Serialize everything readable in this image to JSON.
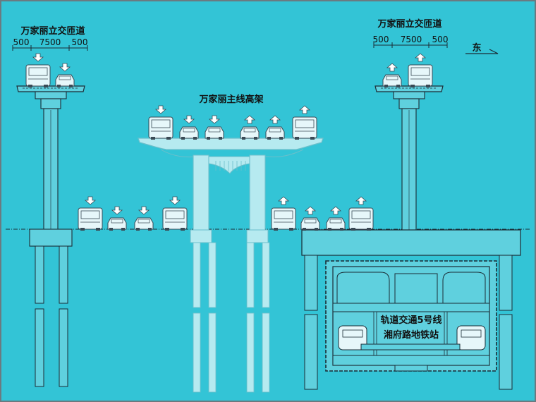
{
  "colors": {
    "background": "#33c4d6",
    "line": "#1b2b35",
    "faint_structure": "#b6eaf0",
    "faint_stroke": "#6bbfcb",
    "structure_fill": "#5fd0de",
    "vehicle_fill": "#e6f7fa",
    "vehicle_stroke": "#3a4a55",
    "border": "#6a7a80"
  },
  "left_viaduct": {
    "title": "万家丽立交匝道",
    "dims": [
      "500",
      "7500",
      "500"
    ]
  },
  "right_viaduct": {
    "title": "万家丽立交匝道",
    "dims": [
      "500",
      "7500",
      "500"
    ]
  },
  "direction": {
    "label": "东"
  },
  "main_viaduct": {
    "title": "万家丽主线高架"
  },
  "metro_station": {
    "line1": "轨道交通5号线",
    "line2": "湘府路地铁站"
  },
  "vehicles": {
    "left_deck": [
      {
        "kind": "bus",
        "dir": "down"
      },
      {
        "kind": "car",
        "dir": "down"
      }
    ],
    "right_deck": [
      {
        "kind": "car",
        "dir": "up"
      },
      {
        "kind": "bus",
        "dir": "up"
      }
    ],
    "main_deck": [
      {
        "kind": "bus",
        "dir": "down"
      },
      {
        "kind": "car",
        "dir": "down"
      },
      {
        "kind": "car",
        "dir": "down"
      },
      {
        "kind": "car",
        "dir": "up"
      },
      {
        "kind": "car",
        "dir": "up"
      },
      {
        "kind": "bus",
        "dir": "up"
      }
    ],
    "ground_left": [
      {
        "kind": "bus",
        "dir": "down"
      },
      {
        "kind": "car",
        "dir": "down"
      },
      {
        "kind": "car",
        "dir": "down"
      },
      {
        "kind": "bus",
        "dir": "down"
      }
    ],
    "ground_right": [
      {
        "kind": "bus",
        "dir": "up"
      },
      {
        "kind": "car",
        "dir": "up"
      },
      {
        "kind": "car",
        "dir": "up"
      },
      {
        "kind": "bus",
        "dir": "up"
      }
    ]
  }
}
